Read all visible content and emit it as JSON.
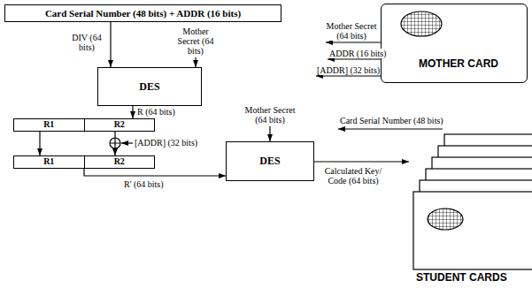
{
  "diagram": {
    "nodes": [
      {
        "text": [
          "Card Serial Number (48 bits) + ADDR (16 bits)"
        ]
      },
      {
        "text": [
          "DES"
        ]
      },
      {
        "text": [
          "R1",
          "R2"
        ]
      },
      {
        "text": [
          "R1",
          "R2"
        ]
      },
      {
        "text": [
          "DES"
        ]
      },
      {
        "text": [
          "MOTHER CARD"
        ]
      },
      {
        "text": [
          "STUDENT CARDS"
        ]
      }
    ],
    "edges": [
      {
        "from": 0,
        "to": 1,
        "label": "DIV (64 bits)",
        "arrow": "to"
      },
      {
        "from": 1,
        "to": 2,
        "label": "R (64 bits)",
        "arrow": "to"
      },
      {
        "from": 2,
        "to": 3,
        "arrow": "to"
      },
      {
        "from": 2,
        "to": 3,
        "arrow": "to"
      },
      {
        "from": 3,
        "to": 4,
        "label": "R' (64 bits)",
        "arrow": "to"
      },
      {
        "from": 4,
        "to": 6,
        "label": "Calculated Key/ Code (64 bits)",
        "arrow": "to"
      }
    ],
    "labels": [
      "Mother Secret (64 bits)",
      "[ADDR] (32 bits)",
      "Mother Secret (64 bits)",
      "Mother Secret (64 bits)",
      "ADDR (16 bits)",
      "[ADDR] (32 bits)",
      "Card Serial Number (48 bits)"
    ]
  }
}
